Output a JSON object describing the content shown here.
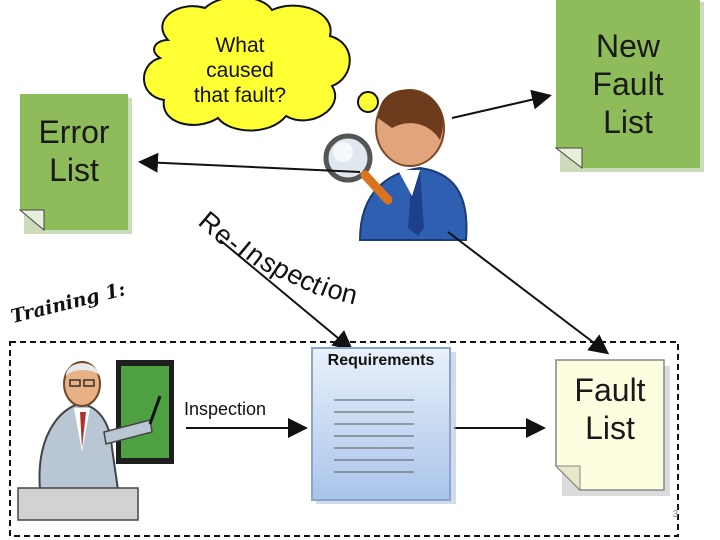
{
  "cloud": {
    "line1": "What",
    "line2": "caused",
    "line3": "that fault?"
  },
  "notes": {
    "error_list": {
      "line1": "Error",
      "line2": "List"
    },
    "new_fault_list": {
      "line1": "New",
      "line2": "Fault",
      "line3": "List"
    },
    "fault_list": {
      "line1": "Fault",
      "line2": "List"
    }
  },
  "reinspection": {
    "letters": [
      "R",
      "e",
      "-",
      "I",
      "n",
      "s",
      "p",
      "e",
      "c",
      "t",
      "i",
      "o",
      "n"
    ]
  },
  "training": {
    "label": "Training 1:"
  },
  "requirements": {
    "title": "Requirements"
  },
  "inspection": {
    "label": "Inspection"
  },
  "page": {
    "number": "3"
  },
  "colors": {
    "note_green": "#8fbc5a",
    "note_green_dark": "#6e9a3c",
    "cloud_yellow": "#ffff33",
    "doc_blue": "#c9dbf3",
    "fault_note": "#fdfde0"
  }
}
